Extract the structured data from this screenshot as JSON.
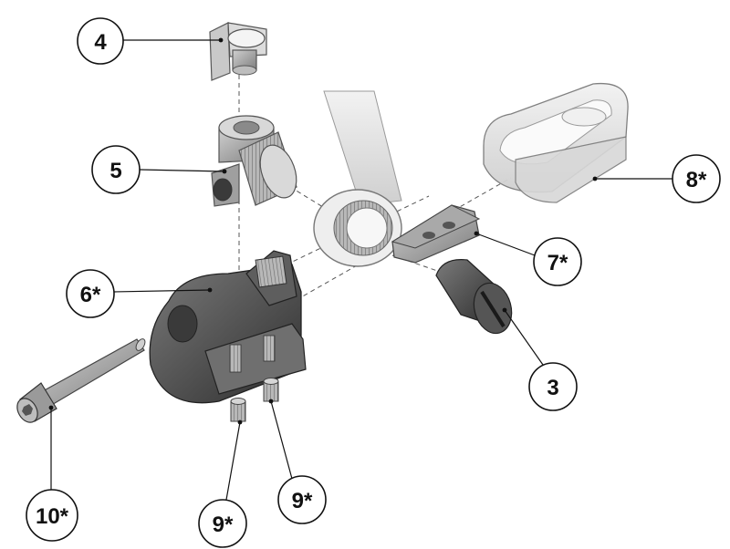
{
  "callouts": {
    "c4": "4",
    "c5": "5",
    "c6": "6*",
    "c3": "3",
    "c7": "7*",
    "c8": "8*",
    "c9a": "9*",
    "c9b": "9*",
    "c10": "10*"
  },
  "colors": {
    "ink": "#111111",
    "part_dark": "#4a4a4a",
    "part_mid": "#8c8c8c",
    "part_light": "#bdbdbd",
    "part_ghost": "#e4e4e4"
  }
}
